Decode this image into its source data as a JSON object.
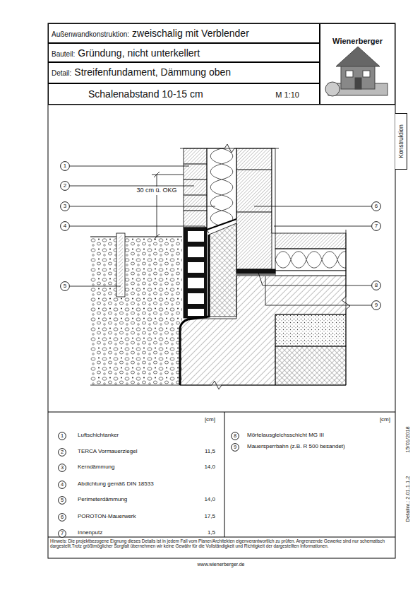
{
  "diagram": {
    "nodes": [
      {
        "text": [
          "Außenwandkonstruktion:",
          "zweischalig mit Verblender"
        ]
      },
      {
        "text": [
          "Bauteil:",
          "Gründung, nicht unterkellert"
        ]
      },
      {
        "text": [
          "Detail:",
          "Streifenfundament, Dämmung oben"
        ]
      },
      {
        "text": [
          "Schalenabstand 10-15 cm",
          "M 1:10"
        ]
      },
      {
        "text": [
          "Wienerberger"
        ]
      },
      {
        "text": [
          "Konstruktion"
        ]
      },
      {
        "text": [
          "1"
        ]
      },
      {
        "text": [
          "2"
        ]
      },
      {
        "text": [
          "3"
        ]
      },
      {
        "text": [
          "4"
        ]
      },
      {
        "text": [
          "5"
        ]
      },
      {
        "text": [
          "6"
        ]
      },
      {
        "text": [
          "7"
        ]
      },
      {
        "text": [
          "8"
        ]
      },
      {
        "text": [
          "9"
        ]
      },
      {
        "text": [
          "1"
        ]
      },
      {
        "text": [
          "2"
        ]
      },
      {
        "text": [
          "3"
        ]
      },
      {
        "text": [
          "4"
        ]
      },
      {
        "text": [
          "5"
        ]
      },
      {
        "text": [
          "6"
        ]
      },
      {
        "text": [
          "7"
        ]
      },
      {
        "text": [
          "8"
        ]
      },
      {
        "text": [
          "9"
        ]
      }
    ],
    "labels": [
      "30 cm ü. OKG",
      "[cm]",
      "[cm]",
      "Luftschichtanker",
      "TERCA Vormauerziegel",
      "11,5",
      "Kerndämmung",
      "14,0",
      "Abdichtung gemäß DIN 18533",
      "Perimeterdämmung",
      "14,0",
      "POROTON-Mauerwerk",
      "17,5",
      "Innenputz",
      "1,5",
      "Mörtelausgleichsschicht MG III",
      "Mauersperrbahn (z.B. R 500 besandet)",
      "15/01/2018",
      "Detailnr.: 2.01.1.1.2",
      "Hinweis: Die projektbezogene Eignung dieses Details ist in jedem Fall vom Planer/Architekten eigenverantwortlich zu prüfen. Angrenzende Gewerke sind nur schematisch dargestellt.Trotz größtmöglicher Sorgfalt übernehmen wir keine Gewähr für die Vollständigkeit und Richtigkeit der dargestellten Informationen.",
      "www.wienerberger.de"
    ]
  }
}
